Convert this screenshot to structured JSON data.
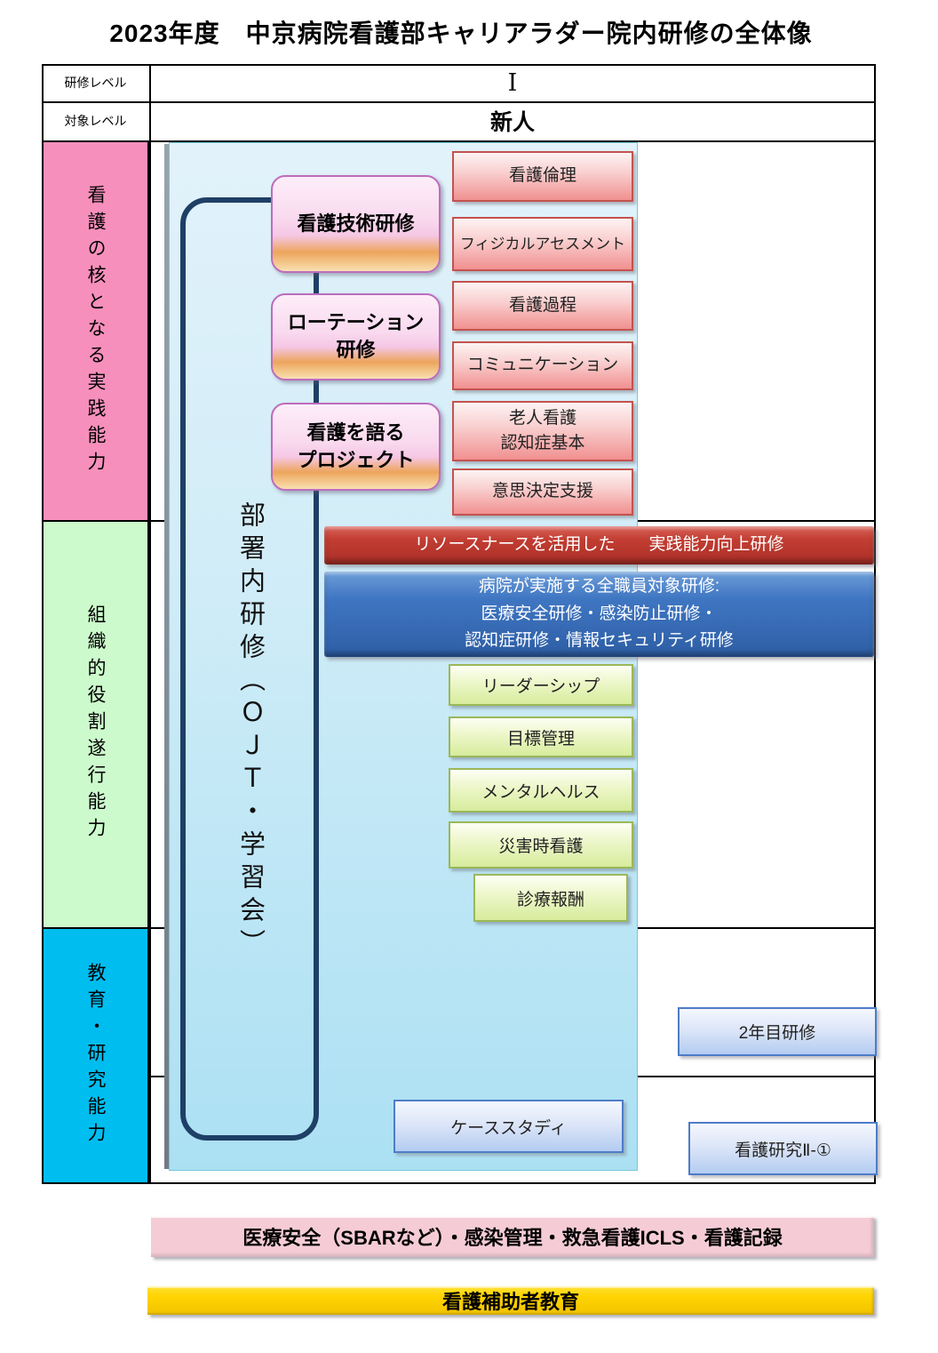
{
  "title": "2023年度　中京病院看護部キャリアラダー院内研修の全体像",
  "header": {
    "rows": [
      {
        "label": "研修レベル",
        "value": "Ⅰ"
      },
      {
        "label": "対象レベル",
        "value": "新人"
      }
    ]
  },
  "categories": [
    {
      "label": "看護の核となる実践能力",
      "color": "#F78FBC"
    },
    {
      "label": "組織的役割遂行能力",
      "color": "#CCFACC"
    },
    {
      "label": "教育・研究能力",
      "color": "#00BDF0"
    }
  ],
  "ojt": {
    "label": "部署内研修（ＯＪＴ・学習会）"
  },
  "training_boxes": [
    {
      "label": "看護技術研修"
    },
    {
      "label": "ローテーション\n研修"
    },
    {
      "label": "看護を語る\nプロジェクト"
    }
  ],
  "topic_boxes": [
    {
      "label": "看護倫理"
    },
    {
      "label": "フィジカルアセスメント"
    },
    {
      "label": "看護過程"
    },
    {
      "label": "コミュニケーション"
    },
    {
      "label": "老人看護\n認知症基本"
    },
    {
      "label": "意思決定支援"
    }
  ],
  "banners": {
    "resource_nurse": "リソースナースを活用した　　実践能力向上研修",
    "hospital_all_staff": "病院が実施する全職員対象研修:\n医療安全研修・感染防止研修・\n認知症研修・情報セキュリティ研修"
  },
  "role_boxes": [
    {
      "label": "リーダーシップ"
    },
    {
      "label": "目標管理"
    },
    {
      "label": "メンタルヘルス"
    },
    {
      "label": "災害時看護"
    },
    {
      "label": "診療報酬"
    }
  ],
  "education_boxes": {
    "case_study": "ケーススタディ",
    "second_year": "2年目研修",
    "nursing_research": "看護研究Ⅱ-①"
  },
  "bottom_banners": {
    "safety": "医療安全（SBARなど）・感染管理・救急看護ICLS・看護記録",
    "assistant_education": "看護補助者教育"
  },
  "colors": {
    "category_practice": "#F78FBC",
    "category_role": "#CCFACC",
    "category_education": "#00BDF0",
    "resource_banner": "#B5352C",
    "hospital_banner": "#3A72BE",
    "safety_banner": "#F5CCD6",
    "assistant_banner": "#FFD400"
  }
}
